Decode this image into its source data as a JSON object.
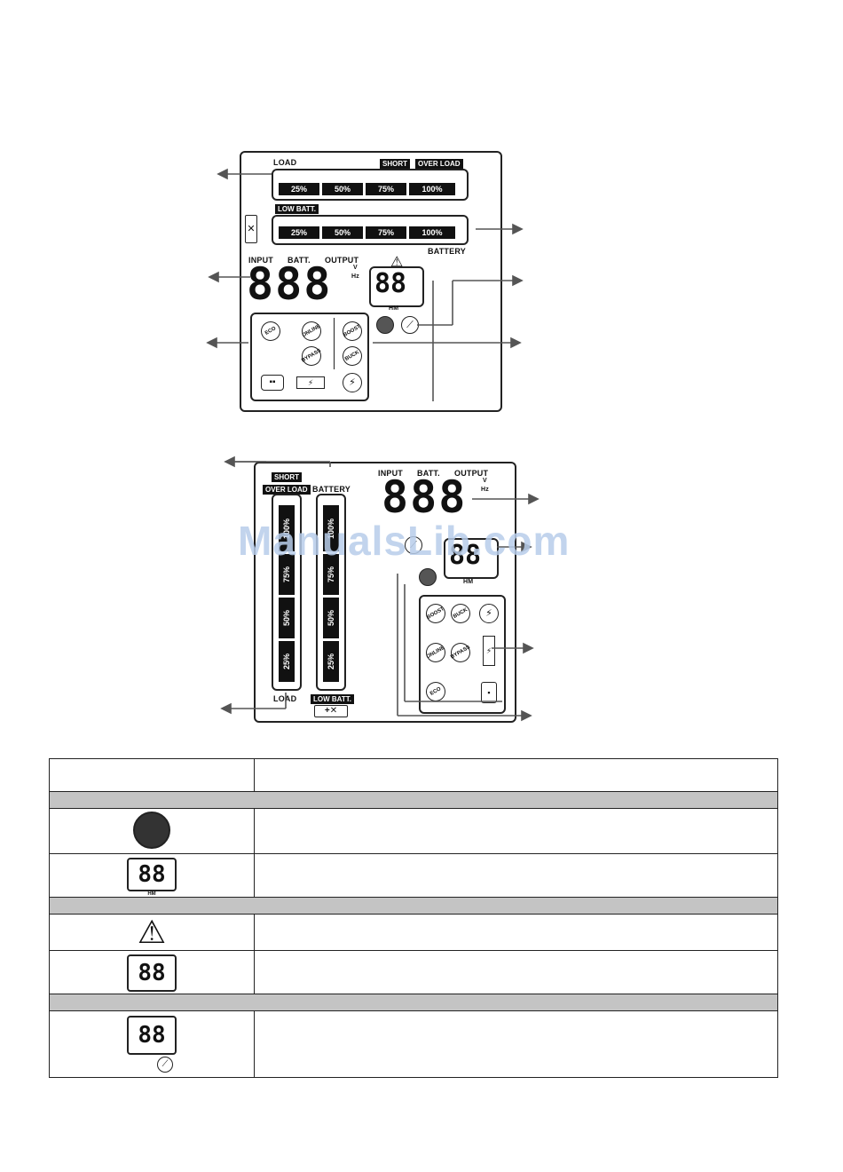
{
  "diagram1": {
    "load_label": "LOAD",
    "short_label": "SHORT",
    "overload_label": "OVER LOAD",
    "load_bars": [
      "25%",
      "50%",
      "75%",
      "100%"
    ],
    "lowbatt_label": "LOW BATT.",
    "battery_bars": [
      "25%",
      "50%",
      "75%",
      "100%"
    ],
    "battery_label": "BATTERY",
    "input_label": "INPUT",
    "batt_label": "BATT.",
    "output_label": "OUTPUT",
    "v_label": "V",
    "hz_label": "Hz",
    "digits": "888",
    "hm_label": "HM",
    "small_digits": "88",
    "modes": [
      "ECO",
      "ONLINE",
      "BYPASS",
      "BOOST",
      "BUCK"
    ]
  },
  "diagram2": {
    "short_label": "SHORT",
    "overload_label": "OVER LOAD",
    "battery_label": "BATTERY",
    "load_bars": [
      "25%",
      "50%",
      "75%",
      "100%"
    ],
    "battery_bars": [
      "25%",
      "50%",
      "75%",
      "100%"
    ],
    "load_label": "LOAD",
    "lowbatt_label": "LOW BATT.",
    "input_label": "INPUT",
    "batt_label": "BATT.",
    "output_label": "OUTPUT",
    "v_label": "V",
    "hz_label": "Hz",
    "digits": "888",
    "hm_label": "HM",
    "small_digits": "88",
    "modes": [
      "BOOST",
      "BUCK",
      "ONLINE",
      "BYPASS",
      "ECO"
    ]
  },
  "watermark": "ManualsLib.com",
  "table": {
    "row_hm_label": "HM"
  }
}
